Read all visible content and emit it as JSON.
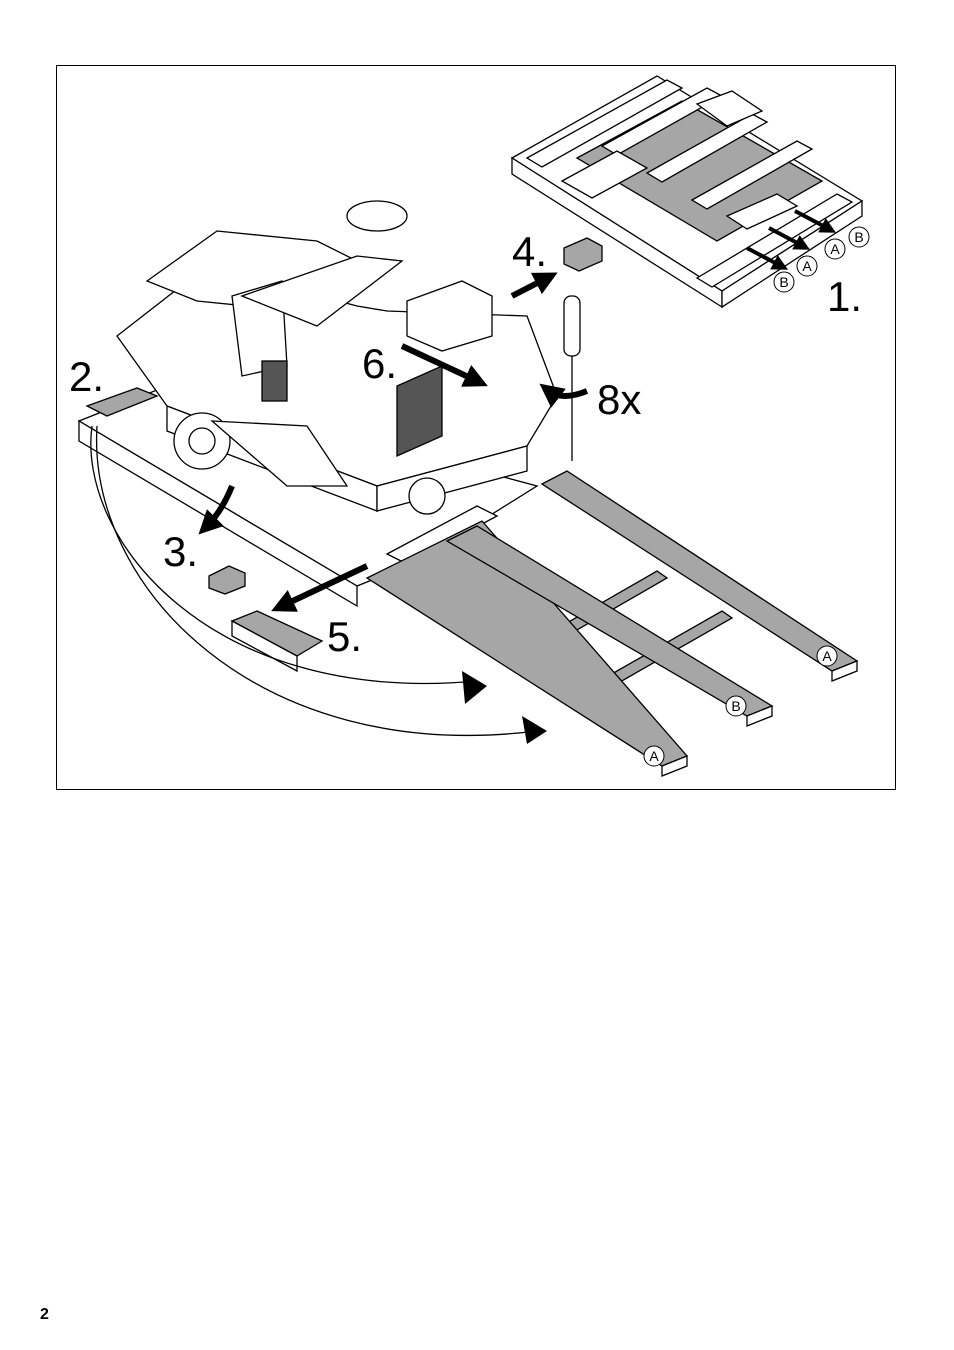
{
  "figure": {
    "steps": {
      "step1": "1.",
      "step2": "2.",
      "step3": "3.",
      "step4": "4.",
      "step5": "5.",
      "step6": "6.",
      "screws": "8x"
    },
    "board_labels": {
      "ramp_left": "A",
      "ramp_middle": "B",
      "ramp_right": "A",
      "pallet_a1": "A",
      "pallet_b1": "B",
      "pallet_a2": "A",
      "pallet_b2": "B"
    }
  },
  "page": {
    "number": "2"
  }
}
